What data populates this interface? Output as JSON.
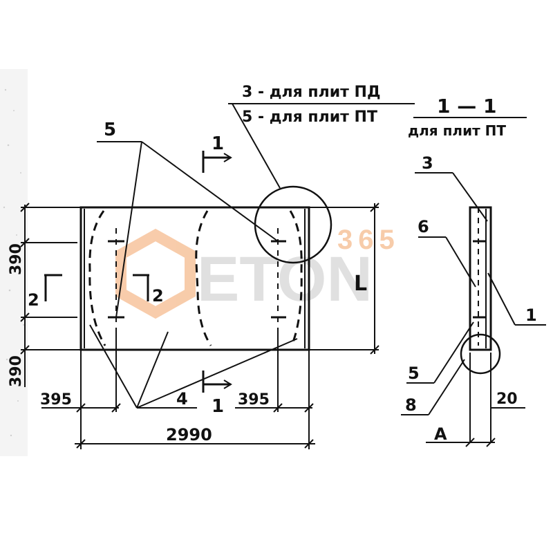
{
  "drawing": {
    "note_line1": "3 - для плит ПД",
    "note_line2": "5 - для плит ПТ",
    "section_title": "1 — 1",
    "section_subtitle": "для плит ПТ",
    "callouts": {
      "c5_top": "5",
      "c1_top": "1",
      "c1_bottom": "1",
      "c2_left": "2",
      "c2_mid": "2",
      "c4": "4",
      "cL": "L",
      "s3": "3",
      "s6": "6",
      "s1": "1",
      "s5": "5",
      "s8": "8",
      "sA": "A"
    },
    "dims": {
      "d390_top": "390",
      "d390_bottom": "390",
      "d395_left": "395",
      "d395_right": "395",
      "d2990": "2990",
      "d20": "20"
    }
  },
  "watermark": {
    "brand": "ETON",
    "number": "365",
    "color": "#f2a366",
    "gray": "#c8c8c8"
  }
}
